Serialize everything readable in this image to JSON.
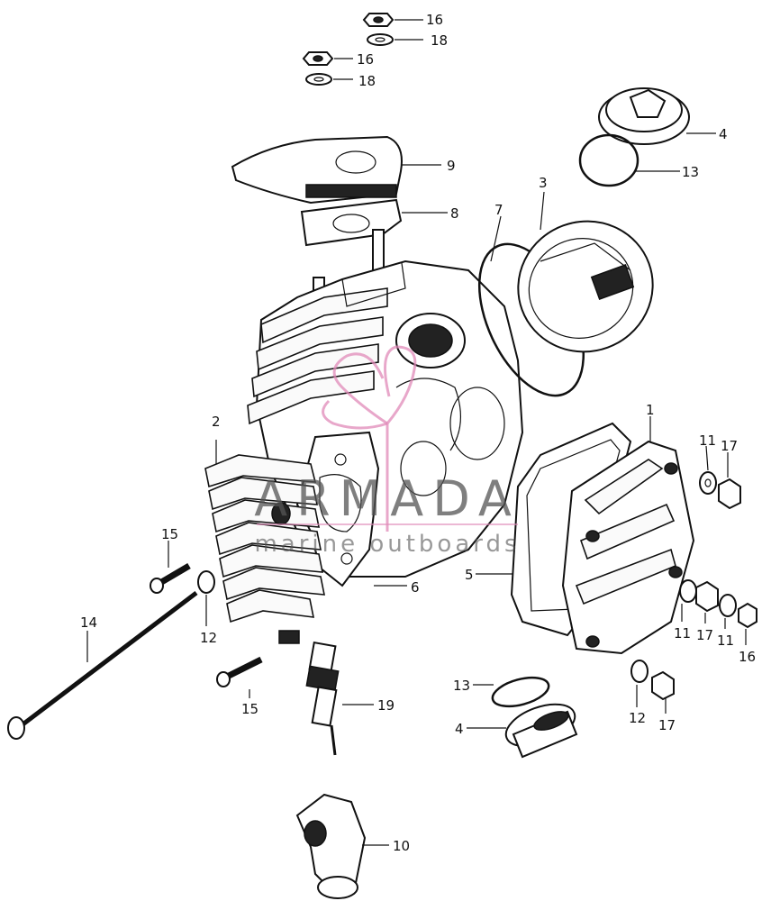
{
  "watermark": {
    "brand": "ARMADA",
    "tagline": "marine outboards",
    "logo_color": "#e08ab8"
  },
  "callouts": {
    "c16a": "16",
    "c18a": "18",
    "c16b": "16",
    "c18b": "18",
    "c4a": "4",
    "c13a": "13",
    "c3": "3",
    "c9": "9",
    "c8": "8",
    "c7": "7",
    "c1": "1",
    "c11a": "11",
    "c17a": "17",
    "c2": "2",
    "c15a": "15",
    "c5": "5",
    "c6": "6",
    "c14": "14",
    "c12a": "12",
    "c11b": "11",
    "c17b": "17",
    "c11c": "11",
    "c16c": "16",
    "c15b": "15",
    "c13b": "13",
    "c19": "19",
    "c4b": "4",
    "c12b": "12",
    "c17c": "17",
    "c10": "10"
  }
}
